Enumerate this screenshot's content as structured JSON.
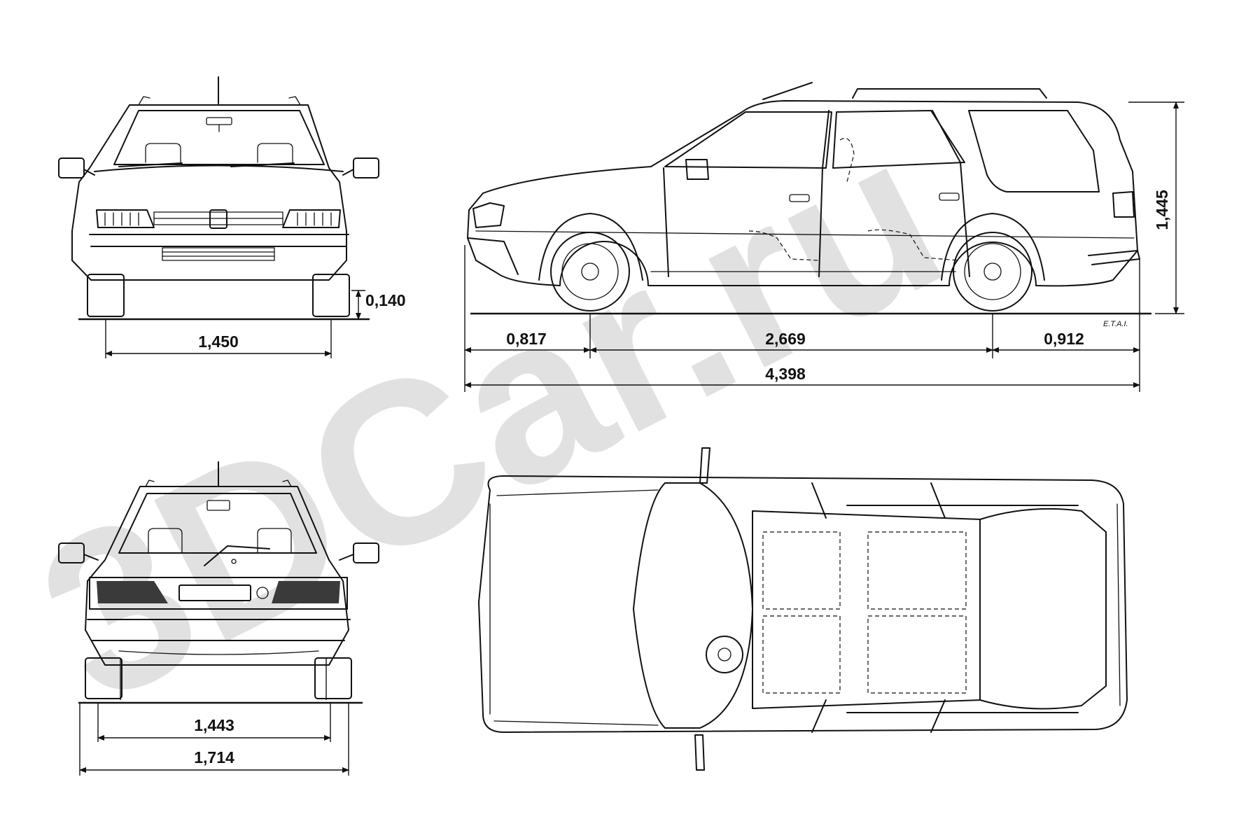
{
  "dimensions": {
    "front_track": "1,450",
    "ground_clearance": "0,140",
    "front_overhang": "0,817",
    "wheelbase": "2,669",
    "rear_overhang": "0,912",
    "overall_length": "4,398",
    "height": "1,445",
    "rear_track": "1,443",
    "overall_width": "1,714"
  },
  "credit": "E.T.A.I.",
  "watermark": "3DCar.ru"
}
